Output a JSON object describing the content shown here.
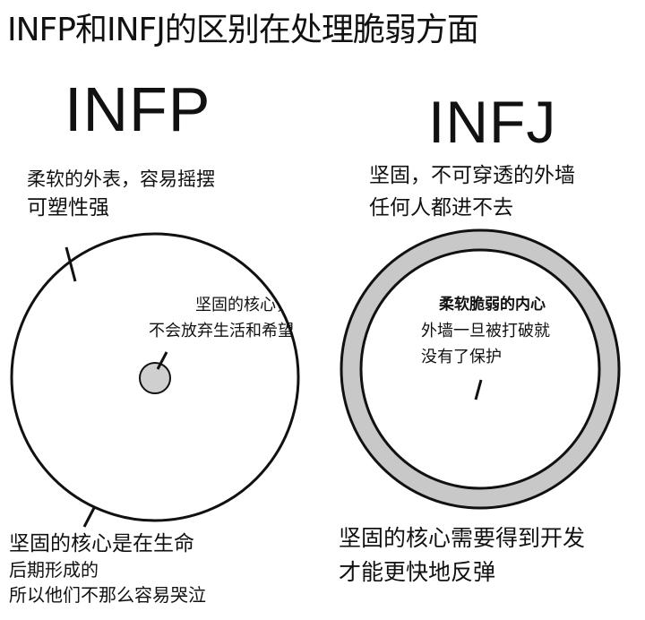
{
  "title": "INFP和INFJ的区别在处理脆弱方面",
  "infp": {
    "heading": "INFP",
    "outer_note": [
      "柔软的外表，容易摇摆",
      "可塑性强"
    ],
    "core_note": [
      "坚固的核心，",
      "不会放弃生活和希望"
    ],
    "bottom_note": [
      "坚固的核心是在生命",
      "后期形成的",
      "所以他们不那么容易哭泣"
    ]
  },
  "infj": {
    "heading": "INFJ",
    "wall_note": [
      "坚固，不可穿透的外墙",
      "任何人都进不去"
    ],
    "core_note": [
      "柔软脆弱的内心",
      "外墙一旦被打破就",
      "没有了保护"
    ],
    "bottom_note": [
      "坚固的核心需要得到开发",
      "才能更快地反弹"
    ]
  },
  "colors": {
    "stroke": "#111111",
    "core_fill": "#cfcfcf",
    "ring_fill": "#c8c8c8"
  }
}
